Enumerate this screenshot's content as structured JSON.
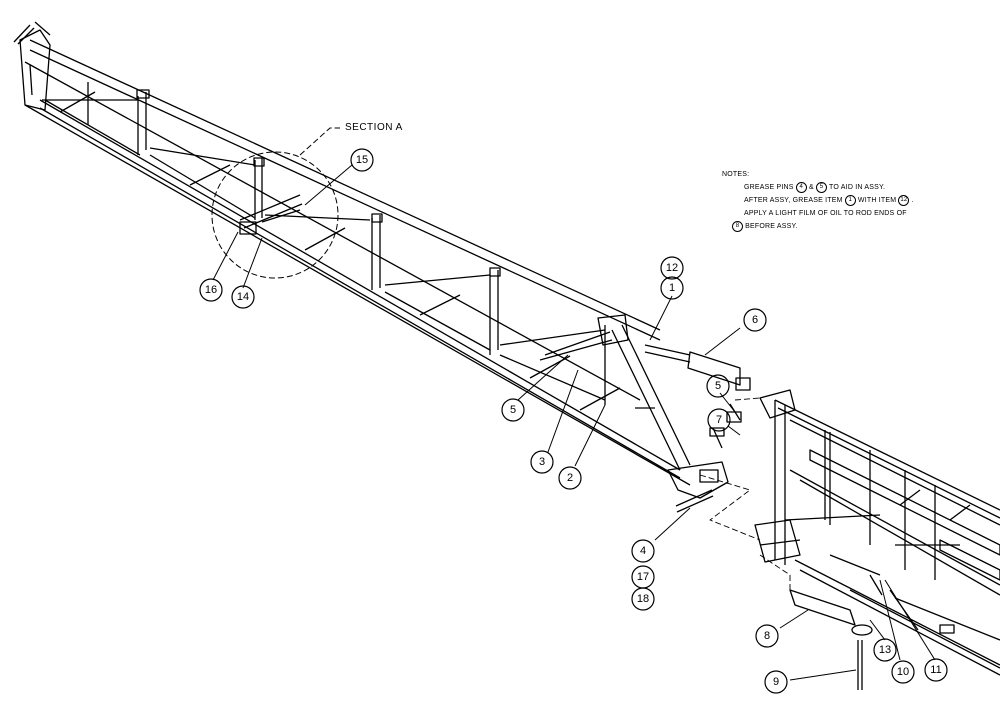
{
  "section_label": "SECTION A",
  "notes": {
    "header": "NOTES:",
    "line1_a": "GREASE PINS",
    "line1_ref1": "4",
    "line1_mid": "&",
    "line1_ref2": "5",
    "line1_b": "TO AID IN ASSY.",
    "line2_a": "AFTER ASSY, GREASE ITEM",
    "line2_ref1": "1",
    "line2_b": "WITH ITEM",
    "line2_ref2": "12",
    "line2_c": ".",
    "line3": "APPLY A LIGHT FILM OF OIL TO ROD ENDS OF",
    "line4_ref": "8",
    "line4_b": "BEFORE ASSY."
  },
  "callouts": {
    "c15": "15",
    "c16": "16",
    "c14": "14",
    "c12": "12",
    "c1": "1",
    "c6": "6",
    "c5a": "5",
    "c5b": "5",
    "c7": "7",
    "c3": "3",
    "c2": "2",
    "c4": "4",
    "c17": "17",
    "c18": "18",
    "c8": "8",
    "c13": "13",
    "c10": "10",
    "c11": "11",
    "c9": "9"
  }
}
